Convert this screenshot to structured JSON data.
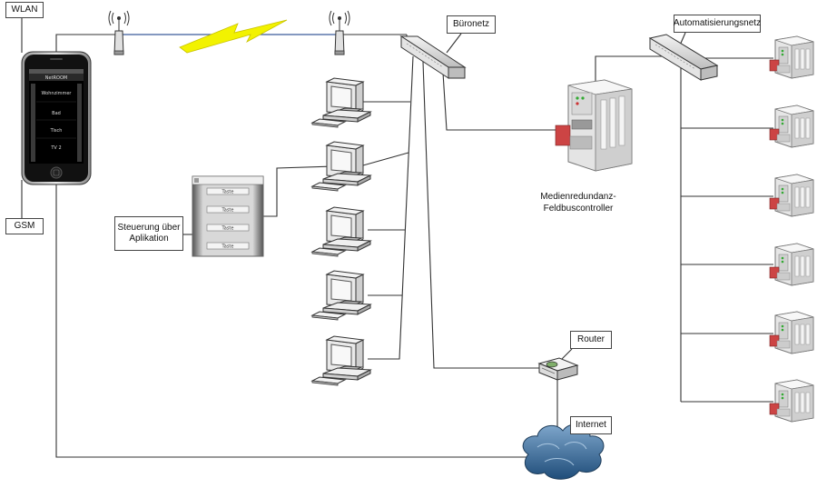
{
  "labels": {
    "wlan": "WLAN",
    "gsm": "GSM",
    "bueronetz": "Büronetz",
    "automatisierungsnetz": "Automatisierungsnetz",
    "controller_line1": "Medienredundanz-",
    "controller_line2": "Feldbuscontroller",
    "steuerung_line1": "Steuerung über",
    "steuerung_line2": "Aplikation",
    "router": "Router",
    "internet": "Internet"
  },
  "phone": {
    "title": "NetROOM",
    "menu": [
      "Wohnzimmer",
      "Bad",
      "Tisch",
      "TV 2"
    ]
  },
  "app_window": {
    "buttons": [
      "Taste",
      "Taste",
      "Taste",
      "Taste"
    ]
  },
  "icons": {
    "phone": "smartphone-icon",
    "antenna": "wifi-antenna-icon",
    "lightning": "wireless-link-icon",
    "switch": "network-switch-icon",
    "pc": "desktop-computer-icon",
    "controller": "fieldbus-controller-icon",
    "plc": "io-module-icon",
    "router": "router-icon",
    "cloud": "internet-cloud-icon"
  },
  "colors": {
    "line": "#333333",
    "lightning": "#f2f200",
    "cloud": "#3f6f9c",
    "phone_screen": "#111111",
    "wlan_link": "#3a5a9a"
  }
}
